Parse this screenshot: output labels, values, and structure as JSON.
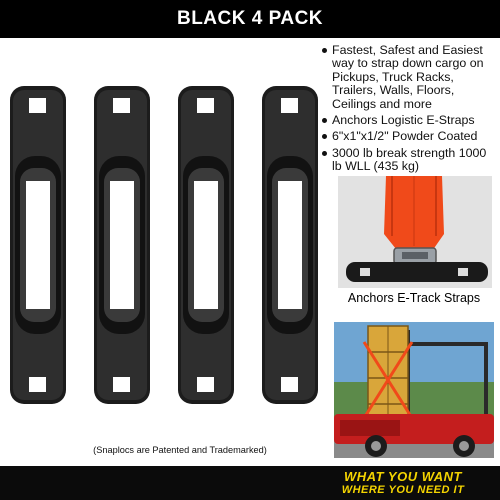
{
  "header": {
    "title": "BLACK 4 PACK"
  },
  "product": {
    "anchor_count": 4,
    "color": "#1c1c1c"
  },
  "features": [
    {
      "text": "Fastest, Safest and Easiest way to strap down cargo on Pickups, Truck Racks, Trailers, Walls, Floors, Ceilings and more"
    },
    {
      "text": "Anchors Logistic E-Straps"
    },
    {
      "text": "6\"x1\"x1/2\" Powder Coated"
    },
    {
      "text": "3000 lb break strength 1000 lb WLL (435 kg)"
    }
  ],
  "photo_strap": {
    "caption": "Anchors E-Track Straps",
    "strap_color": "#f04a1a"
  },
  "photo_truck": {
    "truck_color": "#c41e1e",
    "sky_color": "#6fa5d2"
  },
  "legal": "(Snaplocs are Patented and Trademarked)",
  "footer": {
    "line1": "WHAT YOU WANT",
    "line2": "WHERE YOU NEED IT",
    "accent": "#f4d400"
  }
}
